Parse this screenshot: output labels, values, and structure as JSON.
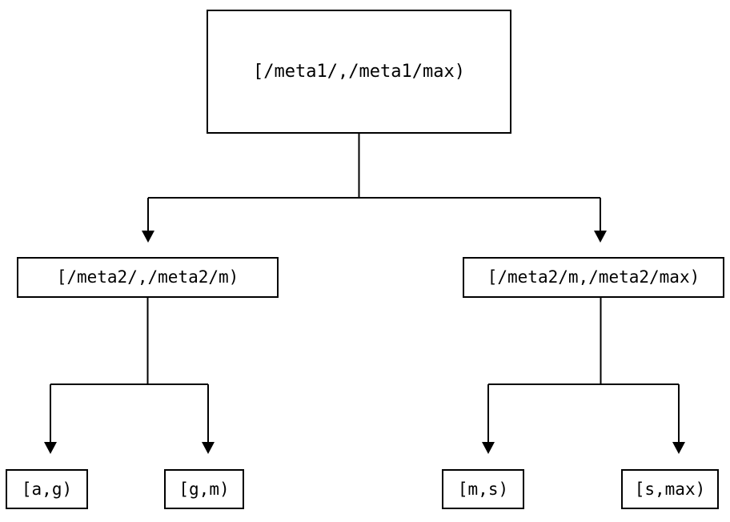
{
  "diagram": {
    "type": "tree",
    "orientation": "top-down",
    "background_color": "#ffffff",
    "line_color": "#000000",
    "text_color": "#000000",
    "nodes": {
      "root": {
        "label": "[/meta1/,/meta1/max)"
      },
      "mid_left": {
        "label": "[/meta2/,/meta2/m)"
      },
      "mid_right": {
        "label": "[/meta2/m,/meta2/max)"
      },
      "leaf_1": {
        "label": "[a,g)"
      },
      "leaf_2": {
        "label": "[g,m)"
      },
      "leaf_3": {
        "label": "[m,s)"
      },
      "leaf_4": {
        "label": "[s,max)"
      }
    },
    "edges": [
      {
        "from": "root",
        "to": "mid_left",
        "arrow": "triangle-down"
      },
      {
        "from": "root",
        "to": "mid_right",
        "arrow": "triangle-down"
      },
      {
        "from": "mid_left",
        "to": "leaf_1",
        "arrow": "triangle-down"
      },
      {
        "from": "mid_left",
        "to": "leaf_2",
        "arrow": "triangle-down"
      },
      {
        "from": "mid_right",
        "to": "leaf_3",
        "arrow": "triangle-down"
      },
      {
        "from": "mid_right",
        "to": "leaf_4",
        "arrow": "triangle-down"
      }
    ]
  }
}
